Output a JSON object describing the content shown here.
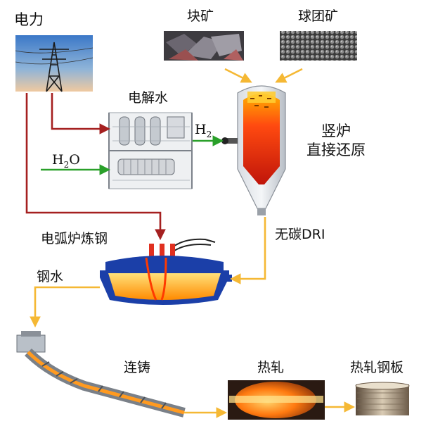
{
  "labels": {
    "electricity": "电力",
    "lump_ore": "块矿",
    "pellet_ore": "球团矿",
    "electrolysis": "电解水",
    "h2_main": "H",
    "h2_sub": "2",
    "h2o_main_h": "H",
    "h2o_sub": "2",
    "h2o_o": "O",
    "shaft_line1": "竖炉",
    "shaft_line2": "直接还原",
    "eaf": "电弧炉炼钢",
    "carbon_free_dri": "无碳DRI",
    "molten_steel": "钢水",
    "continuous_casting": "连铸",
    "hot_rolling": "热轧",
    "hot_rolled_plate": "热轧钢板"
  },
  "colors": {
    "electric_arrow": "#a52020",
    "hydrogen_arrow": "#2aa02a",
    "material_arrow": "#f5b834",
    "steel_hot": "#ff7a00",
    "furnace_blue": "#1b3fa8"
  }
}
